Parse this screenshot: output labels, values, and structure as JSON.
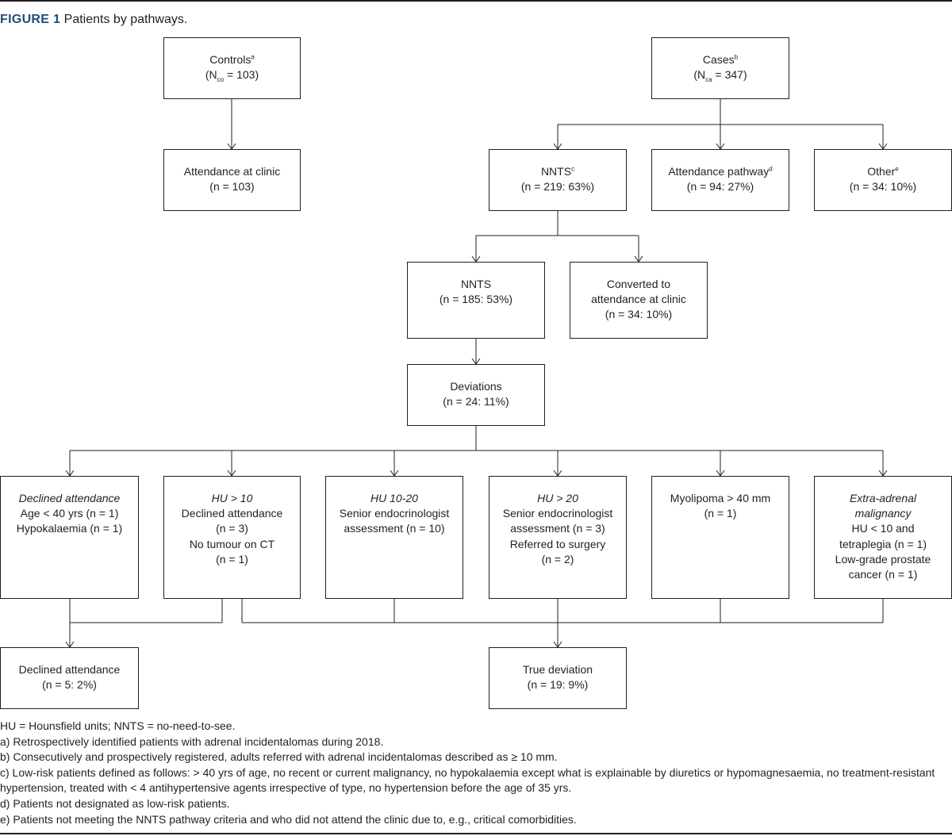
{
  "caption": {
    "label": "FIGURE 1",
    "text": "Patients by pathways."
  },
  "boxes": {
    "controls": {
      "title": "Controls",
      "sup": "a",
      "n_pre": "(N",
      "n_sub": "co",
      "n_post": " = 103)"
    },
    "cases": {
      "title": "Cases",
      "sup": "b",
      "n_pre": "(N",
      "n_sub": "ca",
      "n_post": " = 347)"
    },
    "attendance_clinic": {
      "l1": "Attendance at clinic",
      "l2": "(n = 103)"
    },
    "nnts_top": {
      "title": "NNTS",
      "sup": "c",
      "l2": "(n = 219: 63%)"
    },
    "attendance_pathway": {
      "title": "Attendance pathway",
      "sup": "d",
      "l2": "(n = 94: 27%)"
    },
    "other": {
      "title": "Other",
      "sup": "e",
      "l2": "(n = 34: 10%)"
    },
    "nnts": {
      "l1": "NNTS",
      "l2": "(n = 185: 53%)"
    },
    "converted": {
      "l1": "Converted to",
      "l2": "attendance at clinic",
      "l3": "(n = 34: 10%)"
    },
    "deviations": {
      "l1": "Deviations",
      "l2": "(n = 24: 11%)"
    },
    "dev1": {
      "l1": "Declined attendance",
      "l2": "Age < 40 yrs (n = 1)",
      "l3": "Hypokalaemia (n = 1)"
    },
    "dev2": {
      "l1": "HU > 10",
      "l2": "Declined attendance",
      "l3": "(n = 3)",
      "l4": "No tumour on CT",
      "l5": "(n = 1)"
    },
    "dev3": {
      "l1": "HU 10-20",
      "l2": "Senior endocrinologist",
      "l3": "assessment (n = 10)"
    },
    "dev4": {
      "l1": "HU > 20",
      "l2": "Senior endocrinologist",
      "l3": "assessment (n = 3)",
      "l4": "Referred to surgery",
      "l5": "(n = 2)"
    },
    "dev5": {
      "l1": "Myolipoma > 40 mm",
      "l2": "(n = 1)"
    },
    "dev6": {
      "l1": "Extra-adrenal",
      "l2": "malignancy",
      "l3": "HU < 10 and",
      "l4": "tetraplegia (n = 1)",
      "l5": "Low-grade prostate",
      "l6": "cancer (n = 1)"
    },
    "declined": {
      "l1": "Declined attendance",
      "l2": "(n = 5: 2%)"
    },
    "true_deviation": {
      "l1": "True deviation",
      "l2": "(n = 19: 9%)"
    }
  },
  "notes": [
    "HU = Hounsfield units; NNTS = no-need-to-see.",
    "a) Retrospectively identified patients with adrenal incidentalomas during 2018.",
    "b) Consecutively and prospectively registered, adults referred with adrenal incidentalomas described as ≥ 10 mm.",
    "c) Low-risk patients defined as follows: > 40 yrs of age, no recent or current malignancy, no hypokalaemia except what is explainable by diuretics or hypomagnesaemia, no treatment-resistant hypertension, treated with < 4 antihypertensive agents irrespective of type, no hypertension before the age of 35 yrs.",
    "d) Patients not designated as low-risk patients.",
    "e) Patients not meeting the NNTS pathway criteria and who did not attend the clinic due to, e.g., critical comorbidities."
  ]
}
